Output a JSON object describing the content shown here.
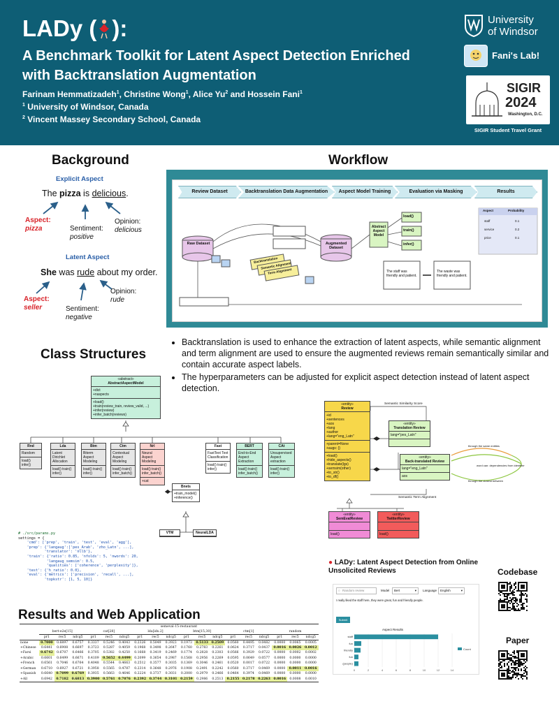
{
  "header": {
    "title": "LADy (",
    "title_end": "):",
    "subtitle": "A Benchmark Toolkit for Latent Aspect Detection Enriched with Backtranslation Augmentation",
    "authors": "Farinam Hemmatizadeh",
    "authors_rest": ", Christine Wong",
    "authors_rest2": ", Alice Yu",
    "authors_rest3": " and Hossein Fani",
    "sup1": "1",
    "sup2": "2",
    "aff1_mark": "1",
    "aff1": " University of Windsor, Canada",
    "aff2_mark": "2",
    "aff2": " Vincent Massey Secondary School, Canada",
    "uw_line1": "University",
    "uw_line2": "of Windsor",
    "fani_lab": "Fani's Lab!",
    "sigir_name": "SIGIR",
    "sigir_year": "2024",
    "sigir_place": "Washington, D.C.",
    "sigir_caption": "SIGIR Student Travel Grant"
  },
  "background": {
    "heading": "Background",
    "explicit_label": "Explicit Aspect",
    "explicit_sentence": [
      "The ",
      "pizza",
      " is ",
      "delicious",
      "."
    ],
    "explicit_aspect_label": "Aspect:",
    "explicit_aspect_value": "pizza",
    "explicit_sentiment_label": "Sentiment:",
    "explicit_sentiment_value": "positive",
    "explicit_opinion_label": "Opinion:",
    "explicit_opinion_value": "delicious",
    "latent_label": "Latent Aspect",
    "latent_sentence": [
      "She",
      " was ",
      "rude",
      " about my order."
    ],
    "latent_aspect_label": "Aspect:",
    "latent_aspect_value": "seller",
    "latent_sentiment_label": "Sentiment:",
    "latent_sentiment_value": "negative",
    "latent_opinion_label": "Opinion:",
    "latent_opinion_value": "rude"
  },
  "workflow": {
    "heading": "Workflow",
    "steps": [
      "Review Dataset",
      "Backtranslation Data Augmentation",
      "Aspect Model Training",
      "Evaluation via Masking",
      "Results"
    ],
    "raw_dataset": "Raw Dataset",
    "augmented_dataset": "Augmented Dataset",
    "abstract_model": "Abstract Aspect Model",
    "methods": [
      "load()",
      "train()",
      "infer()"
    ],
    "stages": [
      "Backtranslation",
      "Semantic Alignment",
      "Term Alignment"
    ],
    "results_cols": [
      "Aspect",
      "Probability"
    ],
    "results_rows": [
      [
        "staff",
        "0.1"
      ],
      [
        "service",
        "0.2"
      ],
      [
        "price",
        "0.1"
      ]
    ],
    "masked_left": "The staff was friendly and patient.",
    "masked_right": "The waste was friendly and patient."
  },
  "bullets": [
    "Backtranslation is used to enhance the extraction of latent aspects, while semantic alignment and term alignment are used to ensure the augmented reviews remain semantically similar and contain accurate aspect labels.",
    "The hyperparameters can be adjusted for explicit aspect detection instead of latent aspect detection."
  ],
  "class_structures": {
    "heading": "Class Structures",
    "abstract": {
      "stereotype": "«abstract»",
      "name": "AbstractAspectModel",
      "fields": [
        "+dict",
        "+naspects"
      ],
      "methods": [
        "+load()",
        "+train(review_train, review_valid, ...)",
        "+infer(review)",
        "+infer_batch(reviews)"
      ]
    },
    "models": [
      {
        "name": "Rnd",
        "desc": "Random",
        "m": "load() infer()"
      },
      {
        "name": "Lda",
        "desc": "Latent Dirichlet Allocation",
        "m": "load() train() infer()"
      },
      {
        "name": "Btm",
        "desc": "Biterm Aspect Modeling",
        "m": "load() train() infer()"
      },
      {
        "name": "Ctm",
        "desc": "Contextual Aspect Modeling",
        "m": "load() train() infer_batch()"
      },
      {
        "name": "Nrl",
        "desc": "Neural Aspect Modeling",
        "m": "load() train() infer_batch()"
      },
      {
        "name": "Fast",
        "desc": "FastText Text Classification",
        "m": "load() train() infer()"
      },
      {
        "name": "BERT",
        "desc": "End-to-End Aspect Extraction",
        "m": "load() train() infer_batch()"
      },
      {
        "name": "CAt",
        "desc": "Unsupervised Aspect extraction",
        "m": "load() train() infer()"
      }
    ],
    "nrl_extra": "+cat",
    "bnets": {
      "name": "Bnets",
      "methods": [
        "+train_model()",
        "+inference()"
      ]
    },
    "subclasses": [
      "VTM",
      "NeuralLDA"
    ]
  },
  "code": {
    "lines": [
      "# ./src/params.py",
      "settings = {",
      "    'cmd': ['prep', 'train', 'test', 'eval', 'agg'],",
      "    'prep': {'langaug':['pes_Arab', 'zho_Latn', ...],",
      "            'translator': 'nllb'},",
      "    'train': {'ratio': 0.85, 'nfolds': 5, 'nwords': 20,",
      "             'langaug_semsim': 0.5,",
      "             'qualities': ['coherence', 'perplexity']},",
      "    'test': {'h_ratio': 0.0},",
      "    'eval': {'metrics': ['precision', 'recall', ...],",
      "            'topkstr': [1, 5, 10]}"
    ]
  },
  "review_diagram": {
    "review": {
      "stereotype": "«entity»",
      "name": "Review",
      "fields": [
        "+id",
        "+sentences",
        "+aos",
        "+lang",
        "+author",
        "+lang=\"eng_Latn\""
      ],
      "extra": [
        "+parent=None",
        "+augs: {}"
      ],
      "methods": [
        "+load()",
        "+hide_aspects()",
        "+translate(lgs)",
        "+semsim(other)",
        "+to_str()",
        "+to_df()"
      ]
    },
    "translation": {
      "stereotype": "«entity»",
      "name": "Translation Review",
      "field": "lang=\"pes_Latn\""
    },
    "backtranslated": {
      "stereotype": "«entity»",
      "name": "Back-translated Review",
      "field": "lang=\"eng_Latn\"",
      "attr": "aos"
    },
    "semeval": {
      "stereotype": "«entity»",
      "name": "SemEvalReview",
      "m": "load()"
    },
    "twitter": {
      "stereotype": "«entity»",
      "name": "TwitterReview",
      "m": "load()"
    },
    "edge_semantic": "Semantic Similarity Score",
    "edge_term": "Semantic Term Alignment",
    "ann_same": "through the same entities",
    "ann_dep": "word can: dependencies from identifier",
    "ann_close": "through the closest between"
  },
  "webapp": {
    "title": "LADy: Latent Aspect Detection from Online Unsolicited Reviews",
    "input_placeholder": "Random review",
    "model_label": "Model",
    "model_value": "Bert",
    "lang_label": "Language",
    "lang_value": "English",
    "review_text": "I really liked the staff here, they were great, fun and friendly people.",
    "submit_label": "Submit",
    "chart_title": "Aspect Results",
    "legend": "Count",
    "codebase": "Codebase",
    "paper": "Paper"
  },
  "results": {
    "heading": "Results and Web Application",
    "dataset": "semeval-15-restaurant",
    "models": [
      "bert-e2e[15]",
      "cat[28]",
      "lda[idx.2]",
      "btm[15,30]",
      "ctm[1]",
      "random"
    ],
    "metrics": [
      "pr1",
      "rec5",
      "ndcg5"
    ],
    "rows": [
      {
        "name": "none",
        "vals": [
          "0.7000",
          "0.6897",
          "0.6757",
          "0.3337",
          "0.5246",
          "0.4043",
          "0.2326",
          "0.5049",
          "0.3923",
          "0.1973",
          "0.5133",
          "0.2509",
          "0.0560",
          "0.4495",
          "0.0482",
          "0.0000",
          "0.0065",
          "0.0005"
        ]
      },
      {
        "name": "+Chinese",
        "vals": [
          "0.6441",
          "0.6908",
          "0.6697",
          "0.3723",
          "0.5287",
          "0.4059",
          "0.1968",
          "0.3498",
          "0.2647",
          "0.1760",
          "0.2783",
          "0.2261",
          "0.0624",
          "0.3717",
          "0.0437",
          "0.0016",
          "0.0026",
          "0.0012"
        ]
      },
      {
        "name": "+Farsi",
        "vals": [
          "0.6742",
          "0.6707",
          "0.6466",
          "0.3705",
          "0.5382",
          "0.4250",
          "0.1668",
          "0.3419",
          "0.2469",
          "0.1774",
          "0.2828",
          "0.2303",
          "0.0566",
          "0.3929",
          "0.0722",
          "0.0000",
          "0.0002",
          "0.0002"
        ]
      },
      {
        "name": "+Arabic",
        "vals": [
          "0.6601",
          "0.6499",
          "0.6671",
          "0.4109",
          "0.5652",
          "0.4499",
          "0.2099",
          "0.3654",
          "0.2987",
          "0.1568",
          "0.2956",
          "0.2269",
          "0.0595",
          "0.0649",
          "0.0577",
          "0.0000",
          "0.0000",
          "0.0000"
        ]
      },
      {
        "name": "+French",
        "vals": [
          "0.6561",
          "0.7046",
          "0.6764",
          "0.4048",
          "0.5544",
          "0.4663",
          "0.2512",
          "0.3577",
          "0.3035",
          "0.1369",
          "0.3046",
          "0.2461",
          "0.0520",
          "0.0017",
          "0.0722",
          "0.0000",
          "0.0000",
          "0.0000"
        ]
      },
      {
        "name": "+German",
        "vals": [
          "0.6710",
          "0.6927",
          "0.6721",
          "0.3958",
          "0.5565",
          "0.4787",
          "0.2314",
          "0.3648",
          "0.2976",
          "0.1908",
          "0.2491",
          "0.2242",
          "0.0560",
          "0.3717",
          "0.0469",
          "0.0000",
          "0.0011",
          "0.0016"
        ]
      },
      {
        "name": "+Spanish",
        "vals": [
          "0.6640",
          "0.7099",
          "0.6769",
          "0.3935",
          "0.5663",
          "0.4646",
          "0.2224",
          "0.3737",
          "0.3031",
          "0.2000",
          "0.2979",
          "0.2466",
          "0.0464",
          "0.3974",
          "0.0469",
          "0.0000",
          "0.0000",
          "0.0000"
        ]
      },
      {
        "name": "+All",
        "vals": [
          "0.6942",
          "0.7182",
          "0.6813",
          "0.3900",
          "0.5761",
          "0.7076",
          "0.2392",
          "0.3744",
          "0.3101",
          "0.2159",
          "0.2986",
          "0.2513",
          "0.2155",
          "0.2178",
          "0.2263",
          "0.0016",
          "0.0008",
          "0.0010"
        ]
      }
    ]
  },
  "chart_data": {
    "type": "bar",
    "title": "Aspect Results",
    "orientation": "horizontal",
    "categories": [
      "staff",
      "fun",
      "friendly",
      "fun",
      "(people)"
    ],
    "values": [
      12,
      1.0,
      0.9,
      0.6,
      0.6
    ],
    "xlim": [
      0,
      14
    ],
    "x_ticks": [
      "0",
      "2",
      "4",
      "6",
      "8",
      "10",
      "12",
      "14"
    ],
    "legend": [
      "Count"
    ],
    "colors": {
      "bar": "#2a8fa0"
    }
  },
  "colors": {
    "header": "#0e5e75",
    "workflow_frame": "#2f8a96",
    "accent_red": "#d8232a",
    "accent_blue": "#2a5fa8",
    "model_green": "#c7f0dc",
    "review_yellow": "#f7d74a",
    "review_pink": "#f08bd6",
    "review_red": "#f25b5b",
    "light_green": "#d9f5c2"
  }
}
